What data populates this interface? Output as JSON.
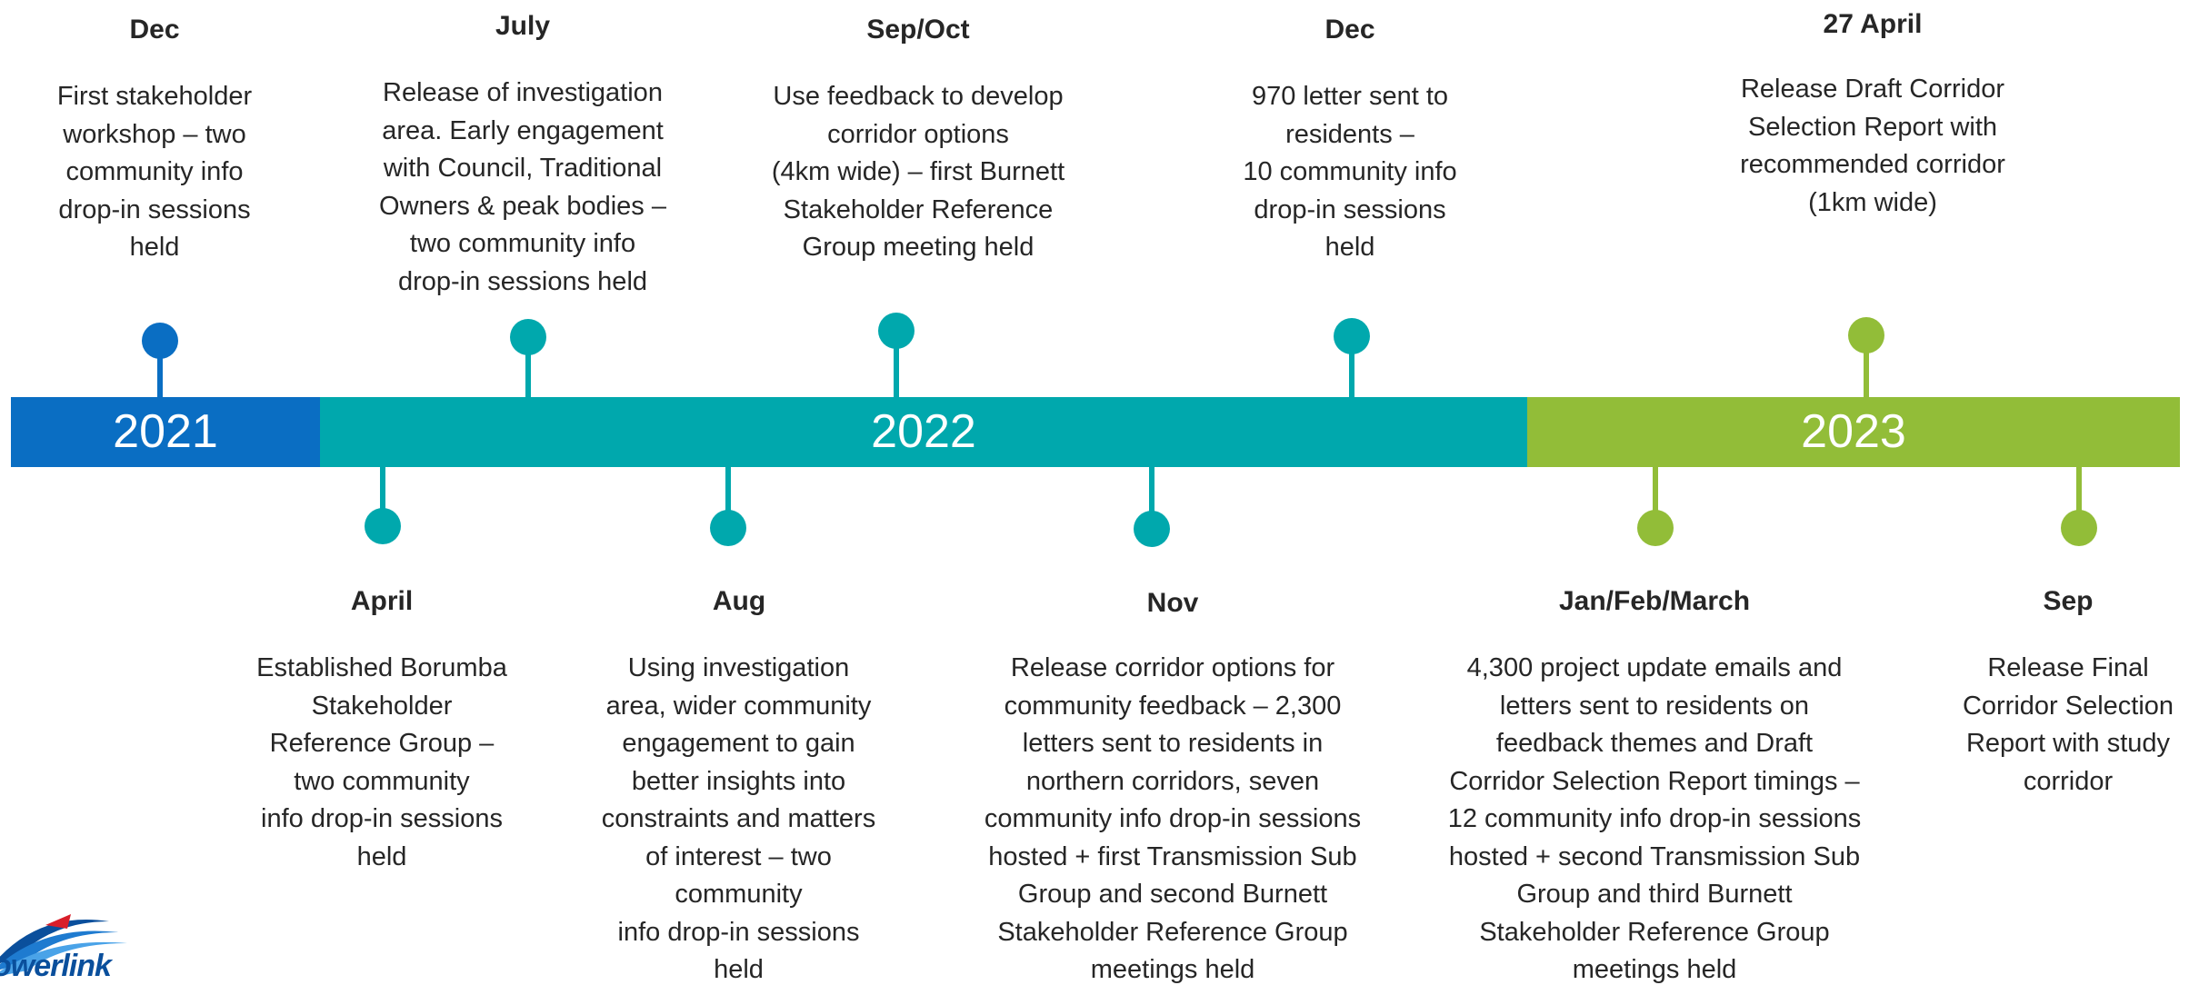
{
  "years": [
    {
      "label": "2021",
      "color": "#0a6ec3"
    },
    {
      "label": "2022",
      "color": "#00a8ad"
    },
    {
      "label": "2023",
      "color": "#92bd38"
    }
  ],
  "events_above": [
    {
      "date": "Dec",
      "text": "First stakeholder\nworkshop – two\ncommunity info\ndrop-in sessions\nheld"
    },
    {
      "date": "July",
      "text": "Release of investigation\narea. Early engagement\nwith Council, Traditional\nOwners & peak bodies –\ntwo community info\ndrop-in sessions held"
    },
    {
      "date": "Sep/Oct",
      "text": "Use feedback to develop\ncorridor options\n(4km wide) – first Burnett\nStakeholder Reference\nGroup meeting held"
    },
    {
      "date": "Dec",
      "text": "970 letter sent to\nresidents –\n10 community info\ndrop-in sessions\nheld"
    },
    {
      "date": "27 April",
      "text": "Release Draft Corridor\nSelection Report with\nrecommended corridor\n(1km wide)"
    }
  ],
  "events_below": [
    {
      "date": "April",
      "text": "Established Borumba\nStakeholder\nReference Group –\ntwo community\ninfo drop-in sessions\nheld"
    },
    {
      "date": "Aug",
      "text": "Using investigation\narea, wider community\nengagement to gain\nbetter insights into\nconstraints and matters\nof interest – two\ncommunity\ninfo drop-in sessions\nheld"
    },
    {
      "date": "Nov",
      "text": "Release corridor options for\ncommunity feedback – 2,300\nletters sent to residents in\nnorthern corridors, seven\ncommunity info drop-in sessions\nhosted + first Transmission Sub\nGroup and second Burnett\nStakeholder Reference Group\nmeetings held"
    },
    {
      "date": "Jan/Feb/March",
      "text": "4,300 project update emails and\nletters sent to residents on\nfeedback themes and Draft\nCorridor Selection Report timings –\n12 community info drop-in sessions\nhosted + second Transmission Sub\nGroup and third Burnett\nStakeholder Reference Group\nmeetings held"
    },
    {
      "date": "Sep",
      "text": "Release Final\nCorridor Selection\nReport with study\ncorridor"
    }
  ],
  "logo": {
    "text": "owerlink",
    "icon": "powerlink-logo-icon"
  }
}
